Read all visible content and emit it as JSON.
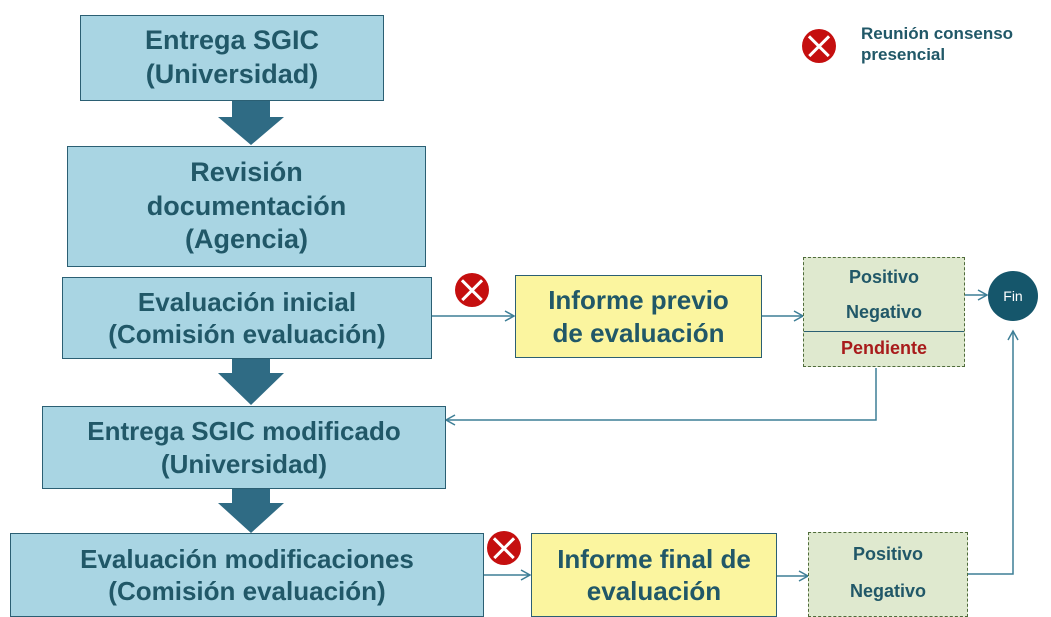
{
  "legend": {
    "line1": "Reunión consenso",
    "line2": "presencial"
  },
  "steps": {
    "entrega": {
      "line1": "Entrega SGIC",
      "line2": "(Universidad)"
    },
    "revision": {
      "line1": "Revisión",
      "line2": "documentación",
      "line3": "(Agencia)"
    },
    "evaluacion_inicial": {
      "line1": "Evaluación inicial",
      "line2": "(Comisión evaluación)"
    },
    "entrega_modificado": {
      "line1": "Entrega SGIC modificado",
      "line2": "(Universidad)"
    },
    "evaluacion_modificaciones": {
      "line1": "Evaluación modificaciones",
      "line2": "(Comisión evaluación)"
    }
  },
  "reports": {
    "previo": {
      "line1": "Informe previo",
      "line2": "de evaluación"
    },
    "final": {
      "line1": "Informe final de",
      "line2": "evaluación"
    }
  },
  "outcomes": {
    "first": {
      "positivo": "Positivo",
      "negativo": "Negativo",
      "pendiente": "Pendiente"
    },
    "second": {
      "positivo": "Positivo",
      "negativo": "Negativo"
    }
  },
  "end": {
    "label": "Fin"
  },
  "colors": {
    "step_fill": "#a9d5e3",
    "report_fill": "#fbf59f",
    "outcome_fill": "#dfe9cf",
    "text": "#215868",
    "pending": "#a81b1b",
    "marker": "#c50f0f",
    "end_fill": "#15566b"
  }
}
